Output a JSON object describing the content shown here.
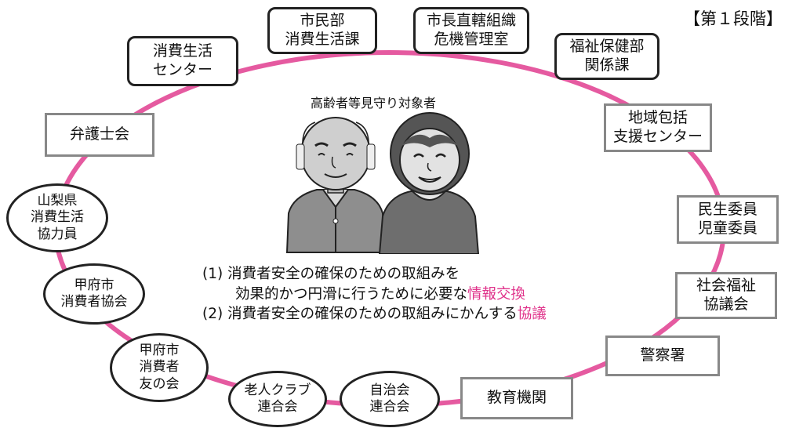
{
  "stage_label": "【第１段階】",
  "center_label": "高齢者等見守り対象者",
  "nodes": {
    "shimin": "市民部\n消費生活課",
    "kiki": "市長直轄組織\n危機管理室",
    "fukushi": "福祉保健部\n関係課",
    "chiiki": "地域包括\n支援センター",
    "minsei": "民生委員\n児童委員",
    "shakyo": "社会福祉\n協議会",
    "keisatsu": "警察署",
    "kyoiku": "教育機関",
    "jichikai": "自治会\n連合会",
    "roujin": "老人クラブ\n連合会",
    "tomonokai": "甲府市\n消費者\n友の会",
    "kyokai": "甲府市\n消費者協会",
    "kyoryoku": "山梨県\n消費生活\n協力員",
    "bengoshi": "弁護士会",
    "center": "消費生活\nセンター"
  },
  "purposes": {
    "p1_a": "(1) 消費者安全の確保のための取組みを",
    "p1_b": "効果的かつ円滑に行うために必要な",
    "p1_hl": "情報交換",
    "p2_a": "(2) 消費者安全の確保のための取組みにかんする",
    "p2_hl": "協議"
  },
  "colors": {
    "ring": "#e55aa0",
    "highlight": "#e0338b"
  }
}
